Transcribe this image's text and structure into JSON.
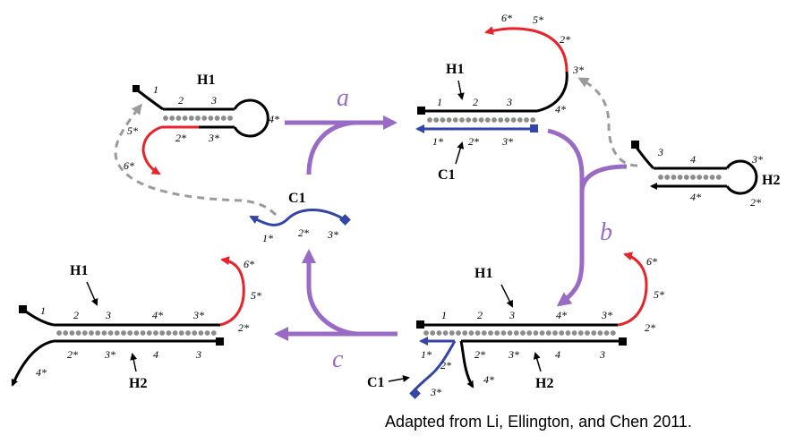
{
  "colors": {
    "strand": "#000000",
    "toehold": "#e8232a",
    "catalyst": "#3346a8",
    "arrow": "#9a6bc4",
    "dash": "#9b9b9b",
    "bead": "#8c8c8c"
  },
  "names": {
    "h1": "H1",
    "h2": "H2",
    "c1": "C1"
  },
  "steps": {
    "a": "a",
    "b": "b",
    "c": "c"
  },
  "credit": "Adapted from Li, Ellington, and Chen 2011.",
  "p1": {
    "t1": "1",
    "t2": "2",
    "t3": "3",
    "t4s": "4*",
    "t5s": "5*",
    "t2s": "2*",
    "t3s": "3*",
    "t6s": "6*"
  },
  "p2": {
    "t6s": "6*",
    "t5s": "5*",
    "t2s": "2*",
    "t3s": "3*",
    "t1": "1",
    "t2": "2",
    "t3": "3",
    "t4s": "4*",
    "b1s": "1*",
    "b2s": "2*",
    "b3s": "3*"
  },
  "c1": {
    "t1s": "1*",
    "t2s": "2*",
    "t3s": "3*"
  },
  "h2": {
    "t3": "3",
    "t4": "4",
    "t3s": "3*",
    "t2s": "2*",
    "t4s": "4*"
  },
  "p4": {
    "t1": "1",
    "t2": "2",
    "t3": "3",
    "t4s": "4*",
    "t3s": "3*",
    "t6s": "6*",
    "t5s": "5*",
    "t2s": "2*",
    "b2s": "2*",
    "b3s": "3*",
    "b4": "4",
    "b3": "3",
    "b4s": "4*"
  },
  "p3": {
    "t1": "1",
    "t2": "2",
    "t3": "3",
    "t4s": "4*",
    "t3s": "3*",
    "t6s": "6*",
    "t5s": "5*",
    "t2s": "2*",
    "b2s": "2*",
    "b3s": "3*",
    "b4": "4",
    "b3": "3",
    "c1s": "1*",
    "c2s": "2*",
    "c3s": "3*",
    "h4s": "4*"
  }
}
